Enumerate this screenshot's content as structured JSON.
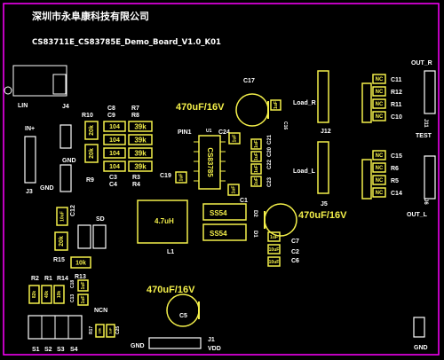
{
  "header": {
    "company": "深圳市永阜康科技有限公司",
    "board": "CS83711E_CS83785E_Demo_Board_V1.0_K01"
  },
  "colors": {
    "board": "#000000",
    "outline": "#ff00ff",
    "silk": "#ffffff",
    "part": "#f4f04a"
  },
  "labels": [
    {
      "key": "lin",
      "text": "LIN"
    },
    {
      "key": "j4",
      "text": "J4"
    },
    {
      "key": "in_plus",
      "text": "IN+"
    },
    {
      "key": "j3",
      "text": "J3"
    },
    {
      "key": "gnd_j3",
      "text": "GND"
    },
    {
      "key": "gnd_left",
      "text": "GND"
    },
    {
      "key": "r10",
      "text": "R10"
    },
    {
      "key": "r9",
      "text": "R9"
    },
    {
      "key": "c8",
      "text": "C8"
    },
    {
      "key": "c9",
      "text": "C9"
    },
    {
      "key": "r7",
      "text": "R7"
    },
    {
      "key": "r8",
      "text": "R8"
    },
    {
      "key": "c3",
      "text": "C3"
    },
    {
      "key": "c4",
      "text": "C4"
    },
    {
      "key": "r3",
      "text": "R3"
    },
    {
      "key": "r4",
      "text": "R4"
    },
    {
      "key": "pin1",
      "text": "PIN1"
    },
    {
      "key": "c19",
      "text": "C19"
    },
    {
      "key": "c24",
      "text": "C24"
    },
    {
      "key": "u1",
      "text": "U1"
    },
    {
      "key": "c17",
      "text": "C17"
    },
    {
      "key": "c16",
      "text": "C16"
    },
    {
      "key": "c21",
      "text": "C21"
    },
    {
      "key": "c20",
      "text": "C20"
    },
    {
      "key": "c22",
      "text": "C22"
    },
    {
      "key": "c23",
      "text": "C23"
    },
    {
      "key": "c1",
      "text": "C1"
    },
    {
      "key": "d2",
      "text": "D2"
    },
    {
      "key": "d1",
      "text": "D1"
    },
    {
      "key": "l1",
      "text": "L1"
    },
    {
      "key": "c7",
      "text": "C7"
    },
    {
      "key": "c2",
      "text": "C2"
    },
    {
      "key": "c6",
      "text": "C6"
    },
    {
      "key": "load_r",
      "text": "Load_R"
    },
    {
      "key": "j12",
      "text": "J12"
    },
    {
      "key": "load_l",
      "text": "Load_L"
    },
    {
      "key": "j5",
      "text": "J5"
    },
    {
      "key": "out_r",
      "text": "OUT_R"
    },
    {
      "key": "c11",
      "text": "C11"
    },
    {
      "key": "r12",
      "text": "R12"
    },
    {
      "key": "r11",
      "text": "R11"
    },
    {
      "key": "c10",
      "text": "C10"
    },
    {
      "key": "j11",
      "text": "J11"
    },
    {
      "key": "test",
      "text": "TEST"
    },
    {
      "key": "c15",
      "text": "C15"
    },
    {
      "key": "r6",
      "text": "R6"
    },
    {
      "key": "r5",
      "text": "R5"
    },
    {
      "key": "c14",
      "text": "C14"
    },
    {
      "key": "j6",
      "text": "J6"
    },
    {
      "key": "out_l",
      "text": "OUT_L"
    },
    {
      "key": "c12",
      "text": "C12"
    },
    {
      "key": "sd",
      "text": "SD"
    },
    {
      "key": "r15",
      "text": "R15"
    },
    {
      "key": "r13",
      "text": "R13"
    },
    {
      "key": "r2",
      "text": "R2"
    },
    {
      "key": "r1",
      "text": "R1"
    },
    {
      "key": "r14",
      "text": "R14"
    },
    {
      "key": "c18",
      "text": "C18"
    },
    {
      "key": "c13",
      "text": "C13"
    },
    {
      "key": "ncn",
      "text": "NCN"
    },
    {
      "key": "s1",
      "text": "S1"
    },
    {
      "key": "s2",
      "text": "S2"
    },
    {
      "key": "s3",
      "text": "S3"
    },
    {
      "key": "s4",
      "text": "S4"
    },
    {
      "key": "r17",
      "text": "R17"
    },
    {
      "key": "c25",
      "text": "C25"
    },
    {
      "key": "c5",
      "text": "C5"
    },
    {
      "key": "gnd_bottom",
      "text": "GND"
    },
    {
      "key": "j1",
      "text": "J1"
    },
    {
      "key": "vdd",
      "text": "VDD"
    },
    {
      "key": "gnd_right",
      "text": "GND"
    }
  ],
  "values": [
    {
      "key": "r10_val",
      "text": "20k"
    },
    {
      "key": "r9_val",
      "text": "20k"
    },
    {
      "key": "c8_val",
      "text": "104"
    },
    {
      "key": "c9_val",
      "text": "104"
    },
    {
      "key": "c3_val",
      "text": "104"
    },
    {
      "key": "c4_val",
      "text": "104"
    },
    {
      "key": "r7_val",
      "text": "39k"
    },
    {
      "key": "r8_val",
      "text": "39k"
    },
    {
      "key": "r3_val",
      "text": "39k"
    },
    {
      "key": "r4_val",
      "text": "39k"
    },
    {
      "key": "c17_val",
      "text": "470uF/16V"
    },
    {
      "key": "c6_big_val",
      "text": "470uF/16V"
    },
    {
      "key": "c5_val",
      "text": "470uF/16V"
    },
    {
      "key": "l1_val",
      "text": "4.7uH"
    },
    {
      "key": "d2_val",
      "text": "SS54"
    },
    {
      "key": "d1_val",
      "text": "SS54"
    },
    {
      "key": "u1_val",
      "text": "CS83785"
    },
    {
      "key": "c21_val",
      "text": "1uF"
    },
    {
      "key": "c20_val",
      "text": "1uF"
    },
    {
      "key": "c22_val",
      "text": "1uF"
    },
    {
      "key": "c23_val",
      "text": "1uF"
    },
    {
      "key": "c1_val",
      "text": "1uF"
    },
    {
      "key": "c24_val",
      "text": "1uF"
    },
    {
      "key": "c16_val",
      "text": "1uF"
    },
    {
      "key": "c19_val",
      "text": "1uF"
    },
    {
      "key": "c7_val",
      "text": "1uF"
    },
    {
      "key": "c2_val",
      "text": "10uF"
    },
    {
      "key": "c6_val",
      "text": "10uF"
    },
    {
      "key": "c11_val",
      "text": "NC"
    },
    {
      "key": "r12_val",
      "text": "NC"
    },
    {
      "key": "r11_val",
      "text": "NC"
    },
    {
      "key": "c10_val",
      "text": "NC"
    },
    {
      "key": "c15_val",
      "text": "NC"
    },
    {
      "key": "r6_val",
      "text": "NC"
    },
    {
      "key": "r5_val",
      "text": "NC"
    },
    {
      "key": "c14_val",
      "text": "NC"
    },
    {
      "key": "c12_val",
      "text": "10uF"
    },
    {
      "key": "r15_val",
      "text": "20k"
    },
    {
      "key": "r13_val",
      "text": "10k"
    },
    {
      "key": "r2_val",
      "text": "82k"
    },
    {
      "key": "r1_val",
      "text": "40k"
    },
    {
      "key": "r14_val",
      "text": "10k"
    },
    {
      "key": "c18_val",
      "text": "1uF"
    },
    {
      "key": "c13_val",
      "text": "1uF"
    },
    {
      "key": "c25_val",
      "text": "1uF"
    },
    {
      "key": "r17_val",
      "text": "10k"
    }
  ]
}
